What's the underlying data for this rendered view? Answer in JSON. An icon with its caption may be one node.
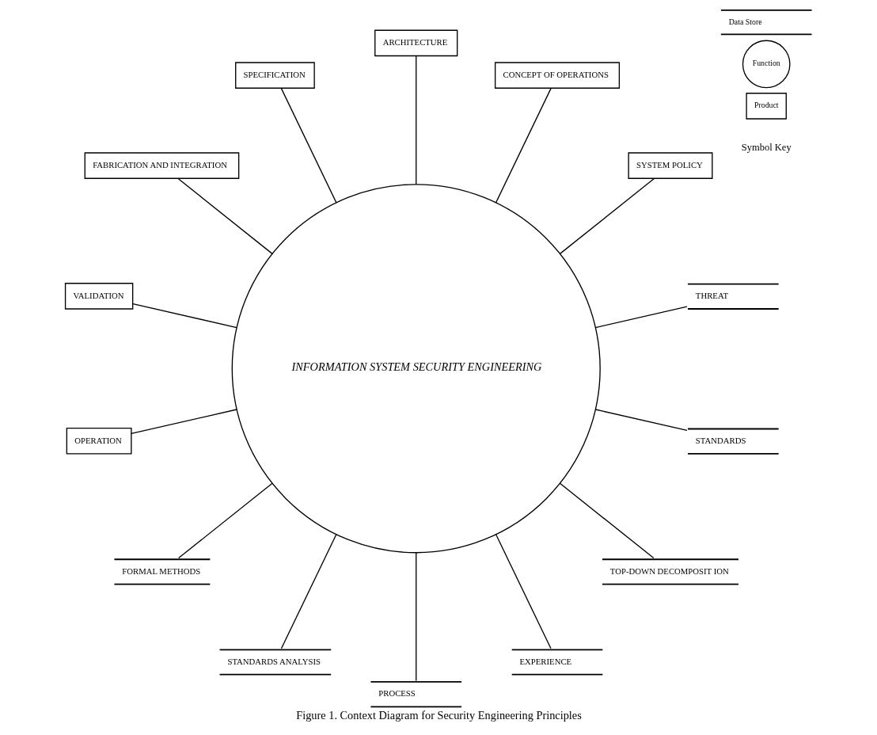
{
  "diagram": {
    "caption": "Figure 1. Context Diagram for Security Engineering Principles",
    "nodes": [
      {
        "text": [
          "INFORMATION SYSTEM SECURITY ENGINEERING"
        ]
      },
      {
        "text": [
          "THREAT"
        ]
      },
      {
        "text": [
          "SYSTEM POLICY"
        ]
      },
      {
        "text": [
          "CONCEPT OF OPERATIONS"
        ]
      },
      {
        "text": [
          "ARCHITECTURE"
        ]
      },
      {
        "text": [
          "SPECIFICATION"
        ]
      },
      {
        "text": [
          "FABRICATION AND INTEGRATION"
        ]
      },
      {
        "text": [
          "VALIDATION"
        ]
      },
      {
        "text": [
          "OPERATION"
        ]
      },
      {
        "text": [
          "FORMAL METHODS"
        ]
      },
      {
        "text": [
          "STANDARDS ANALYSIS"
        ]
      },
      {
        "text": [
          "PROCESS"
        ]
      },
      {
        "text": [
          "EXPERIENCE"
        ]
      },
      {
        "text": [
          "TOP-DOWN DECOMPOSIT ION"
        ]
      },
      {
        "text": [
          "STANDARDS"
        ]
      }
    ],
    "edges": [
      {
        "from": 0,
        "to": 5,
        "arrow": "none"
      },
      {
        "from": 0,
        "to": 4,
        "arrow": "none"
      },
      {
        "from": 0,
        "to": 3,
        "arrow": "none"
      },
      {
        "from": 0,
        "to": 2,
        "arrow": "none"
      },
      {
        "from": 0,
        "to": 1,
        "arrow": "none"
      },
      {
        "from": 0,
        "to": 14,
        "arrow": "none"
      },
      {
        "from": 0,
        "to": 13,
        "arrow": "none"
      },
      {
        "from": 0,
        "to": 12,
        "arrow": "none"
      },
      {
        "from": 0,
        "to": 11,
        "arrow": "none"
      },
      {
        "from": 0,
        "to": 10,
        "arrow": "none"
      },
      {
        "from": 0,
        "to": 9,
        "arrow": "none"
      },
      {
        "from": 0,
        "to": 8,
        "arrow": "none"
      },
      {
        "from": 0,
        "to": 7,
        "arrow": "none"
      },
      {
        "from": 0,
        "to": 6,
        "arrow": "none"
      }
    ],
    "labels": [
      "Symbol Key"
    ],
    "legend": [
      {
        "text": "Data Store"
      },
      {
        "text": "Function"
      },
      {
        "text": "Product"
      }
    ]
  }
}
